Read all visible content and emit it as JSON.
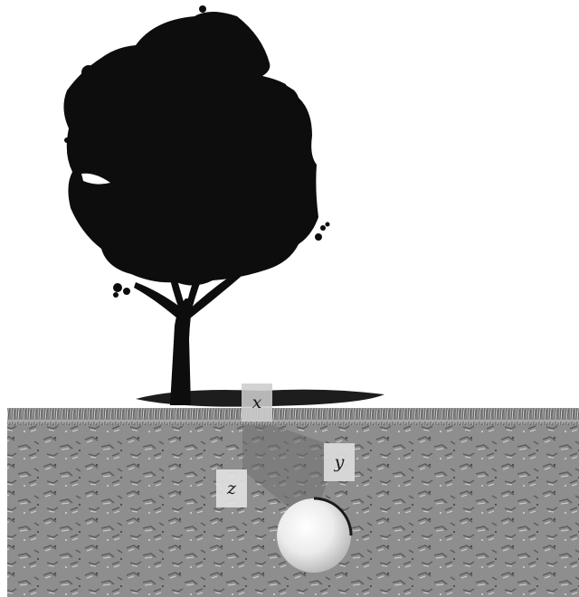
{
  "labels": {
    "x": "x",
    "y": "y",
    "z": "z"
  },
  "colors": {
    "tree": "#0d0d0d",
    "soil": "#8c8c8c",
    "grass": "#9a9a9a",
    "sphere_light": "#f4f4f4",
    "sphere_dark": "#bdbdbd",
    "path_shade": "#6e6e6e"
  }
}
